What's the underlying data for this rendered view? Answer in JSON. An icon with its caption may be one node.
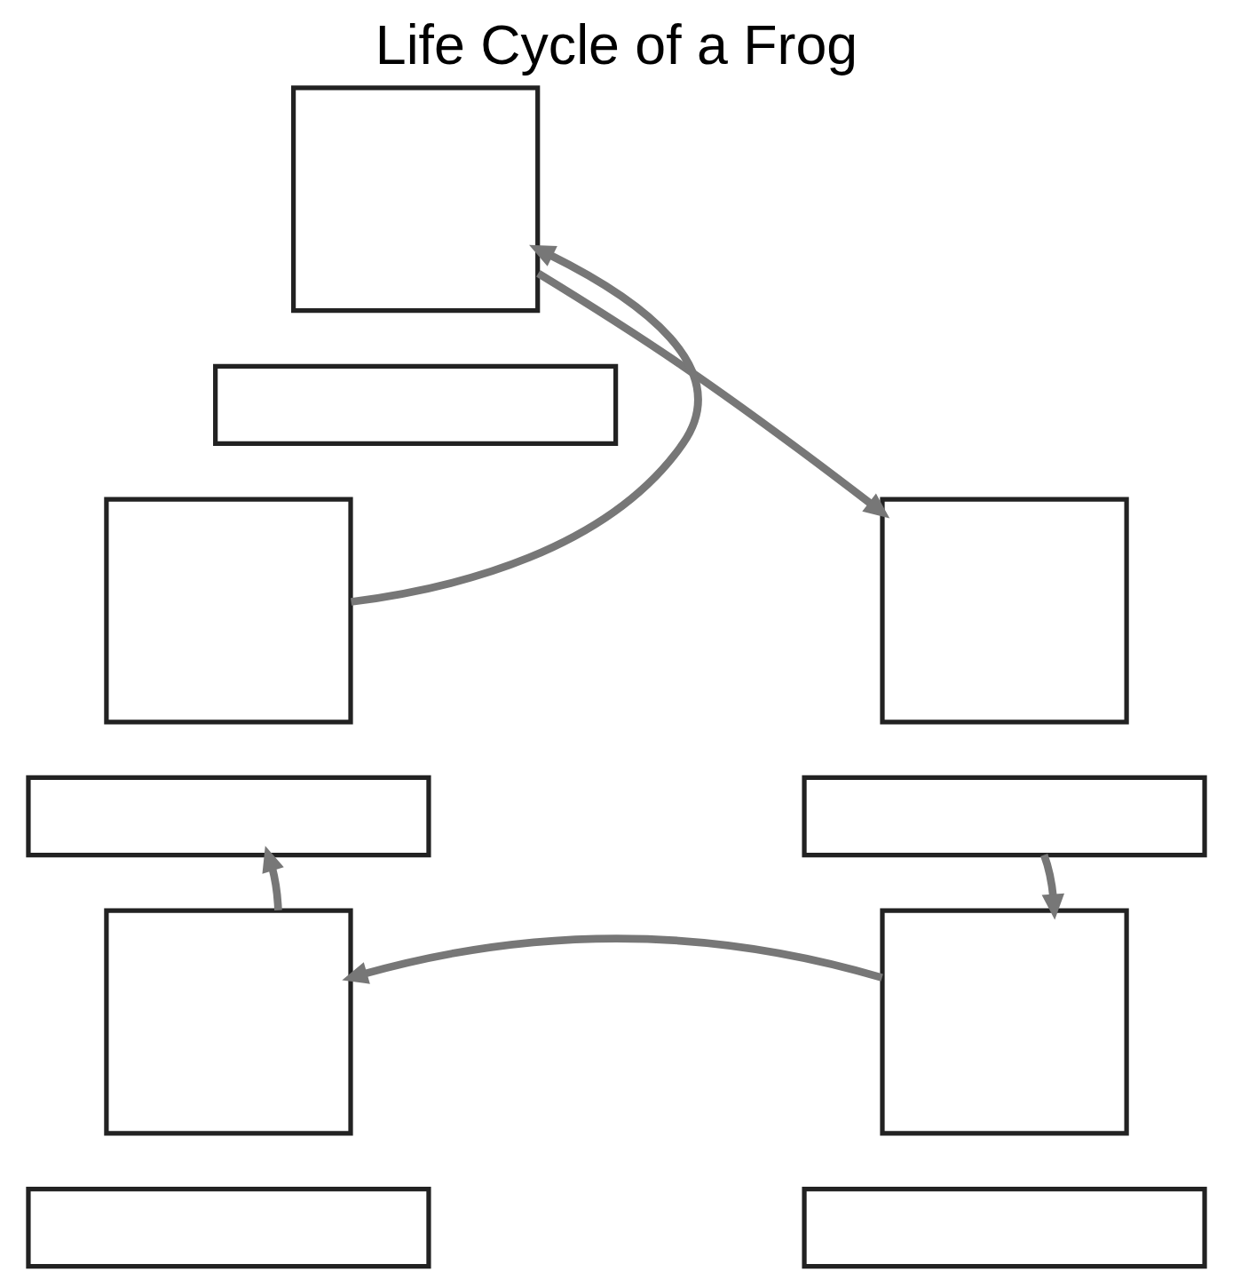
{
  "diagram": {
    "title": "Life Cycle of a Frog",
    "nodes": [
      {
        "text": [],
        "shape": "box"
      },
      {
        "text": [],
        "shape": "box"
      },
      {
        "text": [],
        "shape": "box"
      },
      {
        "text": [],
        "shape": "box"
      },
      {
        "text": [],
        "shape": "box"
      },
      {
        "text": [],
        "shape": "box"
      },
      {
        "text": [],
        "shape": "box"
      },
      {
        "text": [],
        "shape": "box"
      },
      {
        "text": [],
        "shape": "box"
      },
      {
        "text": [],
        "shape": "box"
      }
    ],
    "edges": [
      {
        "from": 0,
        "to": 4,
        "arrow": "to"
      },
      {
        "from": 5,
        "to": 8,
        "arrow": "to"
      },
      {
        "from": 8,
        "to": 6,
        "arrow": "to"
      },
      {
        "from": 6,
        "to": 3,
        "arrow": "to"
      },
      {
        "from": 2,
        "to": 0,
        "arrow": "to"
      }
    ]
  }
}
